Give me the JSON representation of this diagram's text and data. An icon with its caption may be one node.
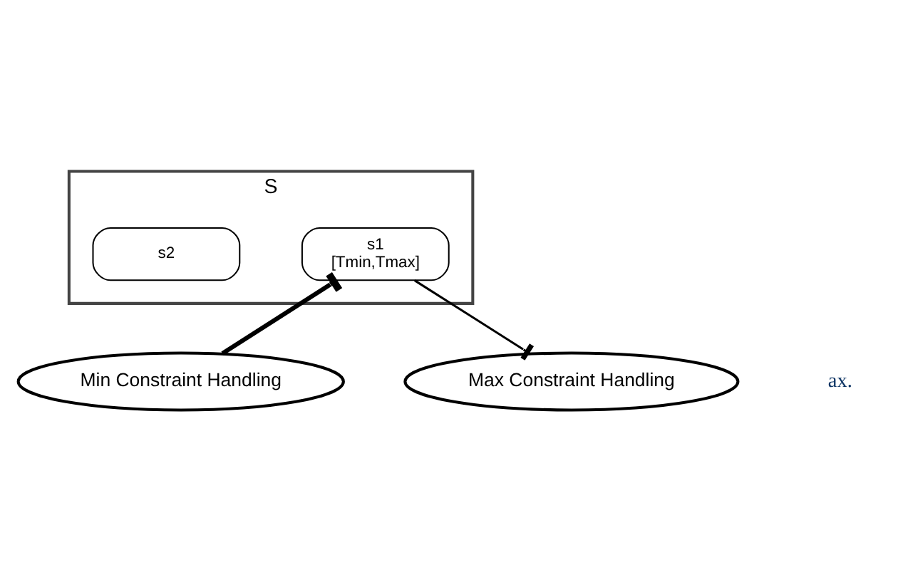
{
  "diagram": {
    "nodes": [
      {
        "text": [
          "S"
        ]
      },
      {
        "text": [
          "s1",
          "[Tmin,Tmax]"
        ],
        "in": 0
      },
      {
        "text": [
          "s2"
        ],
        "in": 0
      },
      {
        "text": [
          "Min Constraint Handling"
        ]
      },
      {
        "text": [
          "Max Constraint Handling"
        ]
      }
    ],
    "edges": [
      {
        "from": 1,
        "to": 3,
        "arrow": "other",
        "style": "thick"
      },
      {
        "from": 1,
        "to": 4,
        "arrow": "other"
      }
    ],
    "labels": [
      "ax."
    ]
  }
}
